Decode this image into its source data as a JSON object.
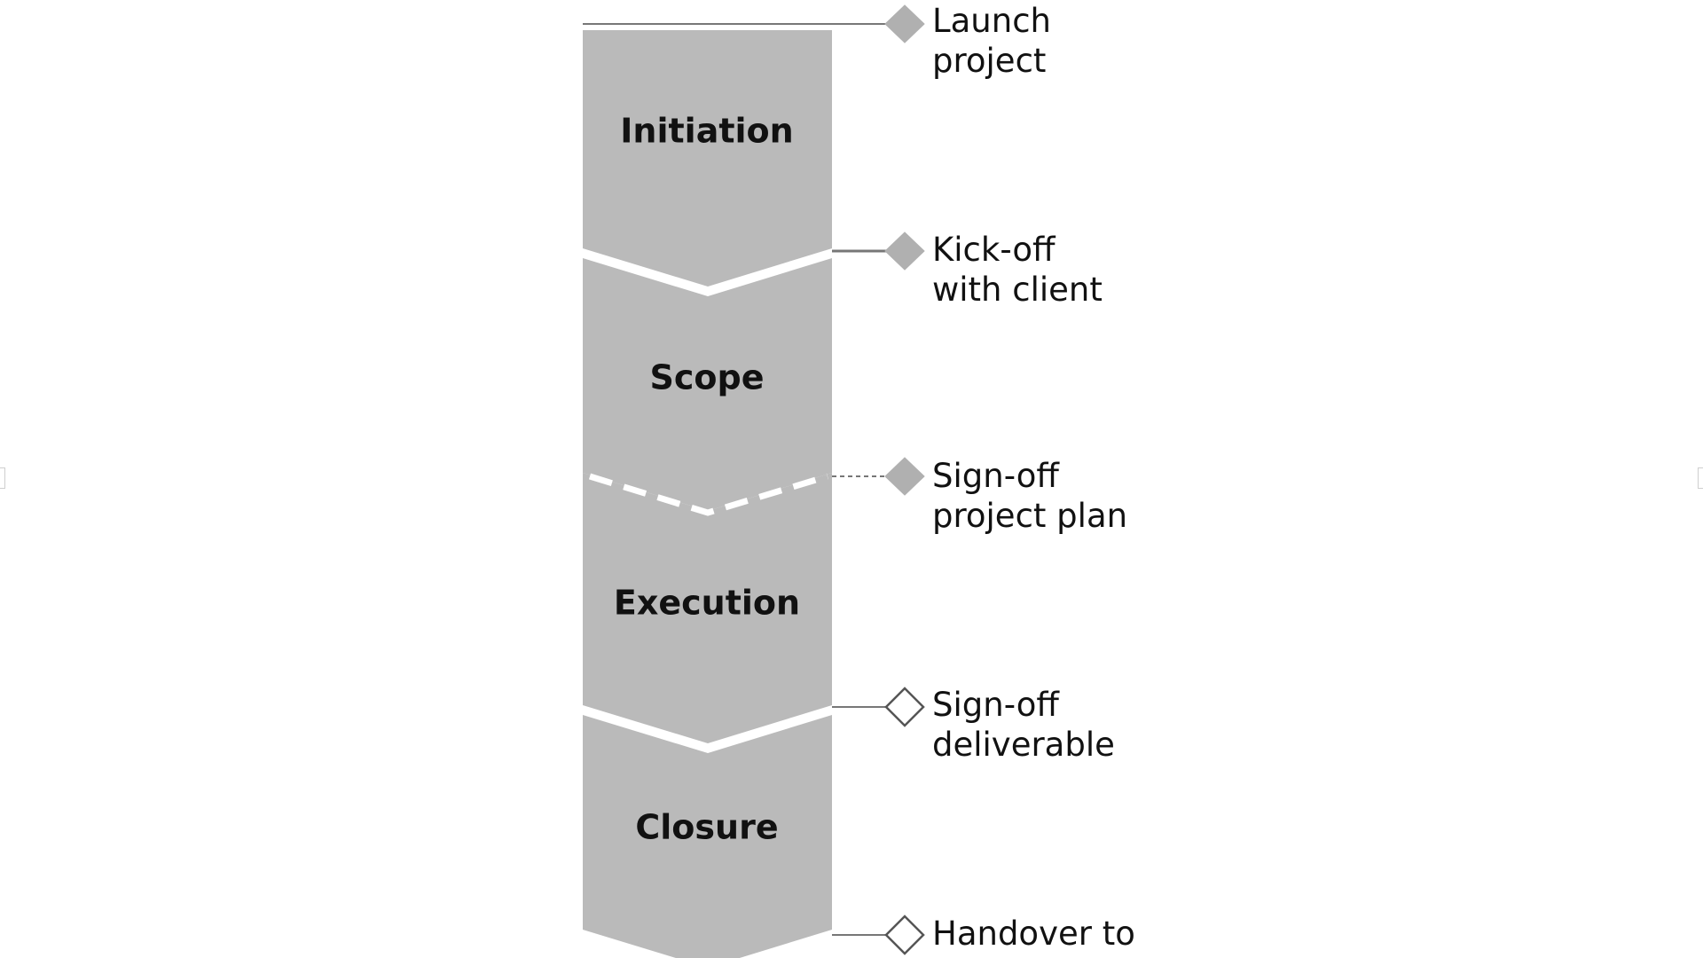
{
  "diagram": {
    "phases": [
      {
        "id": "initiation",
        "label": "Initiation"
      },
      {
        "id": "scope",
        "label": "Scope"
      },
      {
        "id": "execution",
        "label": "Execution"
      },
      {
        "id": "closure",
        "label": "Closure"
      }
    ],
    "milestones": [
      {
        "id": "launch-project",
        "lines": [
          "Launch",
          "project"
        ],
        "marker": "filled",
        "connector": "solid"
      },
      {
        "id": "kick-off-with-client",
        "lines": [
          "Kick-off",
          "with client"
        ],
        "marker": "filled",
        "connector": "solid"
      },
      {
        "id": "sign-off-project-plan",
        "lines": [
          "Sign-off",
          "project plan"
        ],
        "marker": "filled",
        "connector": "dashed"
      },
      {
        "id": "sign-off-deliverable",
        "lines": [
          "Sign-off",
          "deliverable"
        ],
        "marker": "open",
        "connector": "solid"
      },
      {
        "id": "handover-to",
        "lines": [
          "Handover to"
        ],
        "marker": "open",
        "connector": "solid"
      }
    ],
    "colors": {
      "phase_fill": "#bababa",
      "marker_filled": "#b0b0b0",
      "marker_open_stroke": "#555555",
      "connector": "#777777",
      "text": "#111111"
    }
  }
}
